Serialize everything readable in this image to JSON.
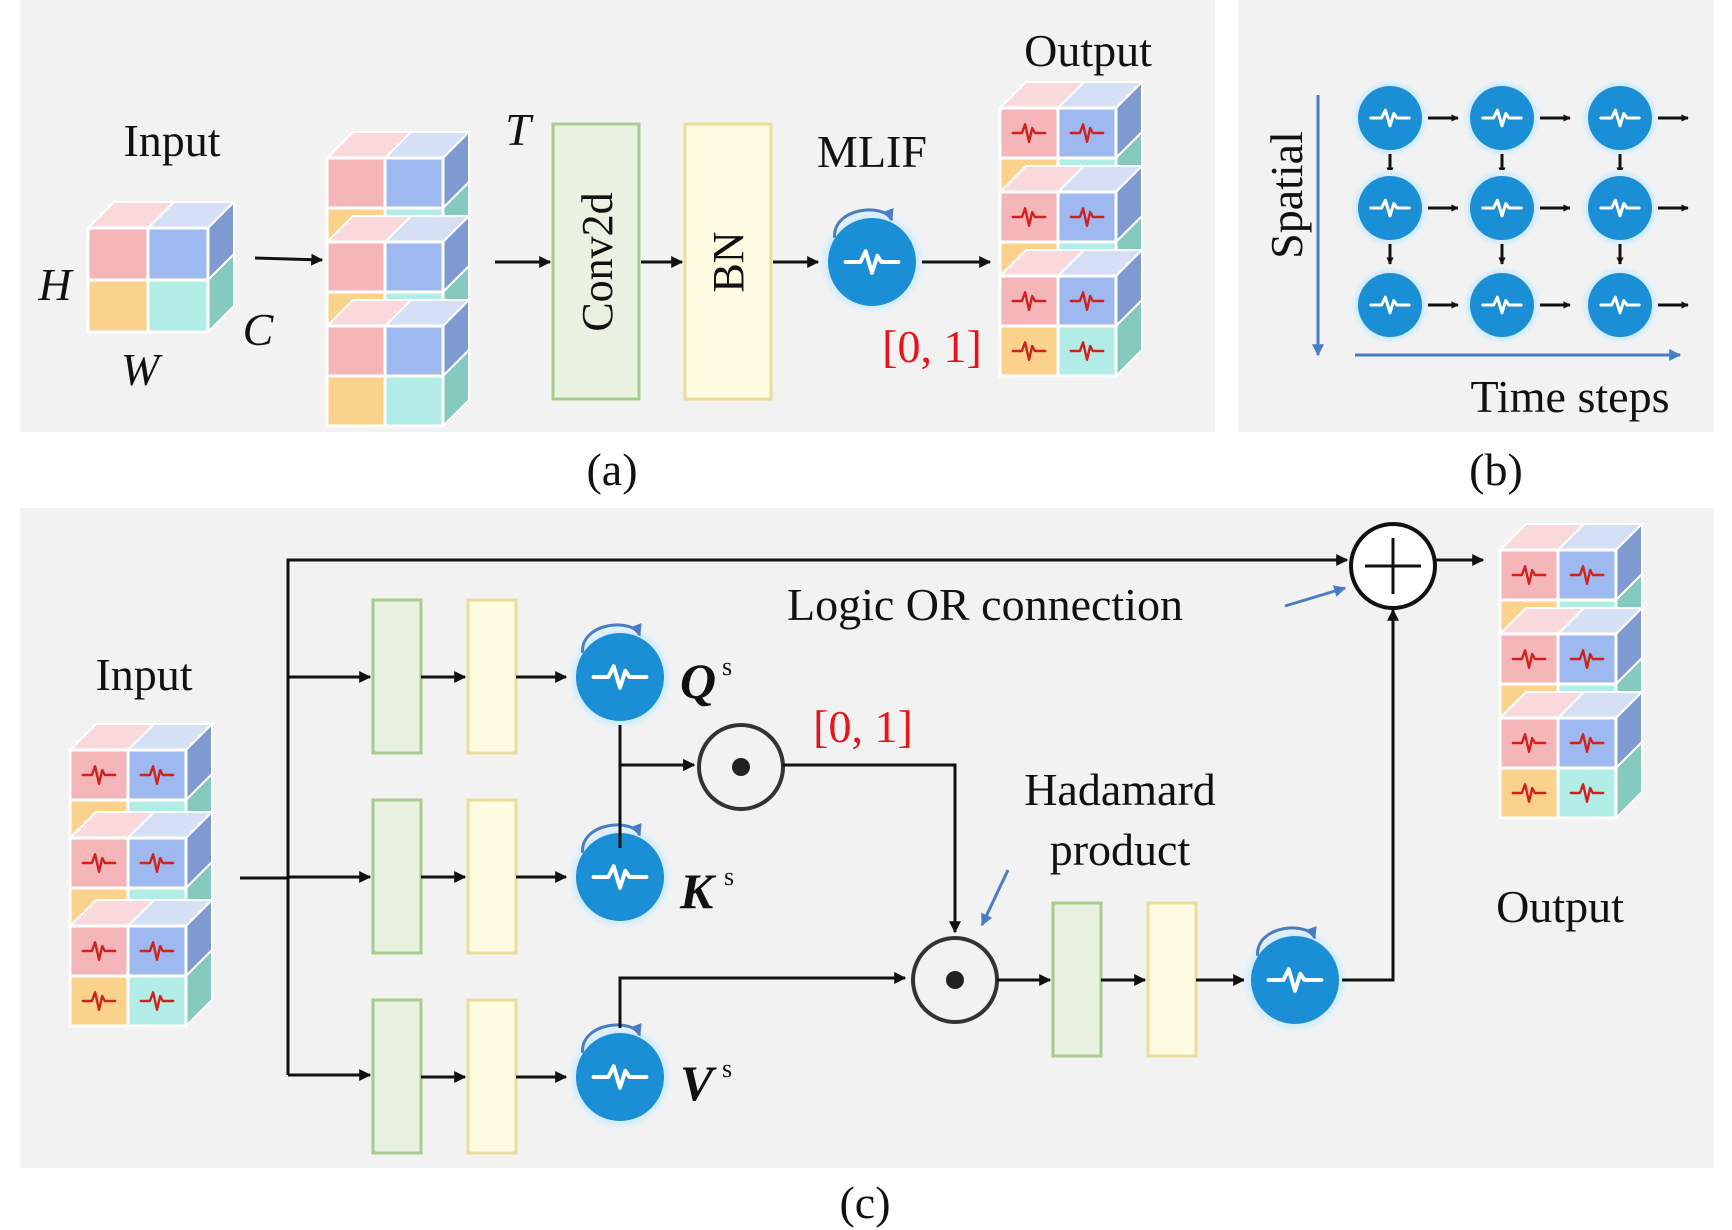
{
  "panel_a": {
    "input_label": "Input",
    "dim_h": "H",
    "dim_w": "W",
    "dim_c": "C",
    "dim_t": "T",
    "conv_label": "Conv2d",
    "bn_label": "BN",
    "neuron_label": "MLIF",
    "range_label": "[0, 1]",
    "output_label": "Output",
    "caption": "(a)"
  },
  "panel_b": {
    "spatial_label": "Spatial",
    "time_label": "Time steps",
    "caption": "(b)"
  },
  "panel_c": {
    "input_label": "Input",
    "q_label": "Q",
    "k_label": "K",
    "v_label": "V",
    "superscript": "s",
    "range_label": "[0, 1]",
    "or_label": "Logic OR connection",
    "hadamard_label_1": "Hadamard",
    "hadamard_label_2": "product",
    "output_label": "Output",
    "caption": "(c)"
  },
  "colors": {
    "panel_bg": "#f2f2f2",
    "conv_fill": "#e9f2e0",
    "conv_stroke": "#a8cc8c",
    "bn_fill": "#fffbe3",
    "bn_stroke": "#ecdc9a",
    "neuron": "#1a8fd6",
    "neuron_glow": "#bfe0f5",
    "accent_arrow": "#4a7cc6",
    "range_text": "#e8141b",
    "spike": "#d2201c"
  }
}
